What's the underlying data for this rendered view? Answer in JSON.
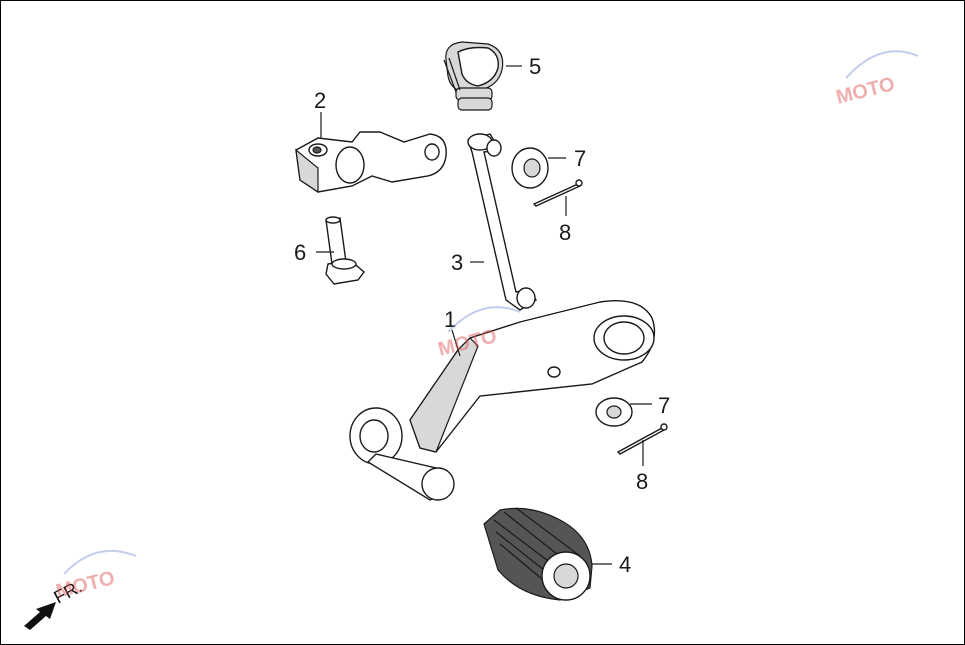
{
  "diagram": {
    "callouts": [
      {
        "id": "1",
        "label": "1"
      },
      {
        "id": "2",
        "label": "2"
      },
      {
        "id": "3",
        "label": "3"
      },
      {
        "id": "4",
        "label": "4"
      },
      {
        "id": "5",
        "label": "5"
      },
      {
        "id": "6",
        "label": "6"
      },
      {
        "id": "7a",
        "label": "7"
      },
      {
        "id": "7b",
        "label": "7"
      },
      {
        "id": "8a",
        "label": "8"
      },
      {
        "id": "8b",
        "label": "8"
      }
    ],
    "direction_marker": "FR.",
    "watermark": "MOTO"
  },
  "colors": {
    "line": "#1a1a1a",
    "shade": "#d8d8d8",
    "watermark_red": "#e05050",
    "watermark_blue": "#7a8fd8"
  }
}
